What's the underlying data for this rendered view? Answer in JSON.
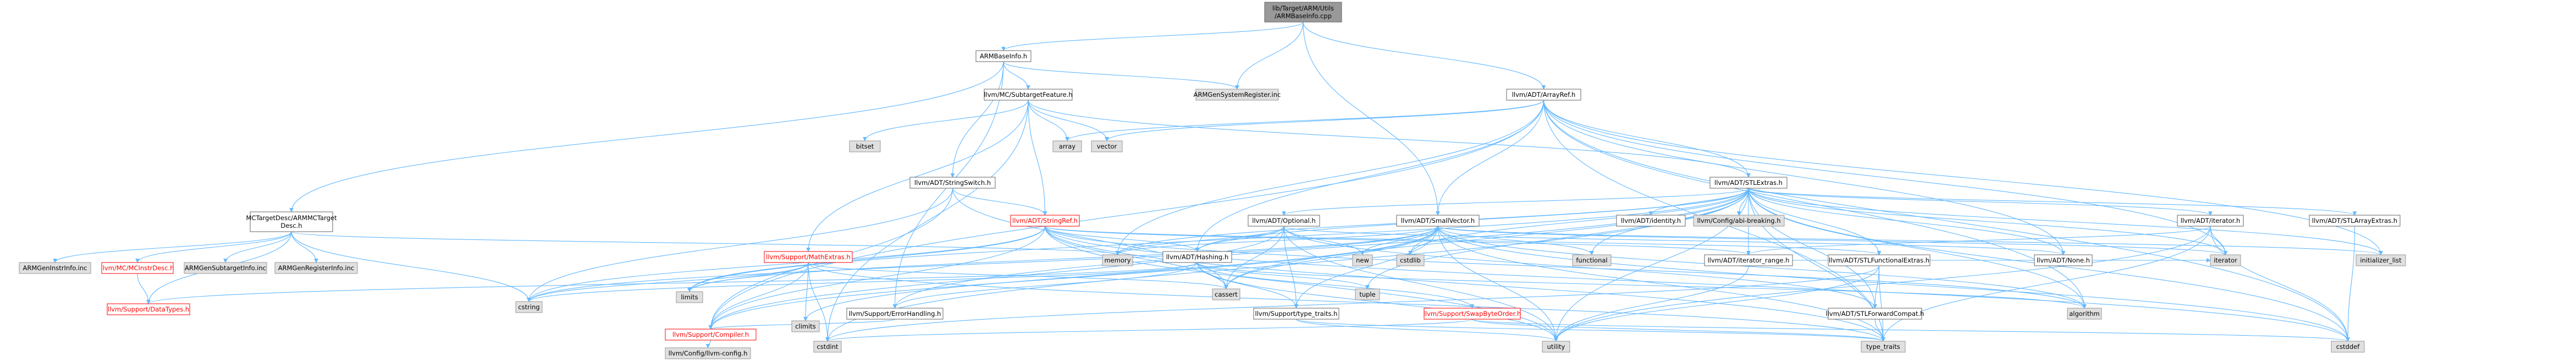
{
  "graph": {
    "nodes": [
      {
        "id": "root",
        "lines": [
          "lib/Target/ARM/Utils",
          "/ARMBaseInfo.cpp"
        ],
        "style": "root"
      },
      {
        "id": "armbaseinfo_h",
        "lines": [
          "ARMBaseInfo.h"
        ],
        "style": "def"
      },
      {
        "id": "armgensysreg",
        "lines": [
          "ARMGenSystemRegister.inc"
        ],
        "style": "grey"
      },
      {
        "id": "arrayref",
        "lines": [
          "llvm/ADT/ArrayRef.h"
        ],
        "style": "def"
      },
      {
        "id": "subtargetfeature",
        "lines": [
          "llvm/MC/SubtargetFeature.h"
        ],
        "style": "def"
      },
      {
        "id": "mctargetdesc",
        "lines": [
          "MCTargetDesc/ARMMCTarget",
          "Desc.h"
        ],
        "style": "def"
      },
      {
        "id": "bitset",
        "lines": [
          "bitset"
        ],
        "style": "grey"
      },
      {
        "id": "array",
        "lines": [
          "array"
        ],
        "style": "grey"
      },
      {
        "id": "vector",
        "lines": [
          "vector"
        ],
        "style": "grey"
      },
      {
        "id": "stringswitch",
        "lines": [
          "llvm/ADT/StringSwitch.h"
        ],
        "style": "def"
      },
      {
        "id": "stlextras",
        "lines": [
          "llvm/ADT/STLExtras.h"
        ],
        "style": "def"
      },
      {
        "id": "stringref",
        "lines": [
          "llvm/ADT/StringRef.h"
        ],
        "style": "red"
      },
      {
        "id": "optional",
        "lines": [
          "llvm/ADT/Optional.h"
        ],
        "style": "def"
      },
      {
        "id": "smallvector",
        "lines": [
          "llvm/ADT/SmallVector.h"
        ],
        "style": "def"
      },
      {
        "id": "identity",
        "lines": [
          "llvm/ADT/identity.h"
        ],
        "style": "def"
      },
      {
        "id": "abibreaking",
        "lines": [
          "llvm/Config/abi-breaking.h"
        ],
        "style": "grey"
      },
      {
        "id": "iterator_h",
        "lines": [
          "llvm/ADT/iterator.h"
        ],
        "style": "def"
      },
      {
        "id": "stlarrayextras",
        "lines": [
          "llvm/ADT/STLArrayExtras.h"
        ],
        "style": "def"
      },
      {
        "id": "armgeninstrinfo",
        "lines": [
          "ARMGenInstrInfo.inc"
        ],
        "style": "grey"
      },
      {
        "id": "mcinstrdesc",
        "lines": [
          "llvm/MC/MCInstrDesc.h"
        ],
        "style": "red"
      },
      {
        "id": "armgensubtarget",
        "lines": [
          "ARMGenSubtargetInfo.inc"
        ],
        "style": "grey"
      },
      {
        "id": "armgenregister",
        "lines": [
          "ARMGenRegisterInfo.inc"
        ],
        "style": "grey"
      },
      {
        "id": "mathextras",
        "lines": [
          "llvm/Support/MathExtras.h"
        ],
        "style": "red"
      },
      {
        "id": "hashing",
        "lines": [
          "llvm/ADT/Hashing.h"
        ],
        "style": "def"
      },
      {
        "id": "memory",
        "lines": [
          "memory"
        ],
        "style": "grey"
      },
      {
        "id": "new",
        "lines": [
          "new"
        ],
        "style": "grey"
      },
      {
        "id": "cstdlib",
        "lines": [
          "cstdlib"
        ],
        "style": "grey"
      },
      {
        "id": "functional",
        "lines": [
          "functional"
        ],
        "style": "grey"
      },
      {
        "id": "iterator_range",
        "lines": [
          "llvm/ADT/iterator_range.h"
        ],
        "style": "def"
      },
      {
        "id": "stlfunctionalextras",
        "lines": [
          "llvm/ADT/STLFunctionalExtras.h"
        ],
        "style": "def"
      },
      {
        "id": "none",
        "lines": [
          "llvm/ADT/None.h"
        ],
        "style": "def"
      },
      {
        "id": "iterator",
        "lines": [
          "iterator"
        ],
        "style": "grey"
      },
      {
        "id": "initializer_list",
        "lines": [
          "initializer_list"
        ],
        "style": "grey"
      },
      {
        "id": "datatypes",
        "lines": [
          "llvm/Support/DataTypes.h"
        ],
        "style": "red"
      },
      {
        "id": "cstring",
        "lines": [
          "cstring"
        ],
        "style": "grey"
      },
      {
        "id": "limits",
        "lines": [
          "limits"
        ],
        "style": "grey"
      },
      {
        "id": "errorhandling",
        "lines": [
          "llvm/Support/ErrorHandling.h"
        ],
        "style": "def"
      },
      {
        "id": "climits",
        "lines": [
          "climits"
        ],
        "style": "grey"
      },
      {
        "id": "cassert",
        "lines": [
          "cassert"
        ],
        "style": "grey"
      },
      {
        "id": "typetraits_support",
        "lines": [
          "llvm/Support/type_traits.h"
        ],
        "style": "def"
      },
      {
        "id": "tuple",
        "lines": [
          "tuple"
        ],
        "style": "grey"
      },
      {
        "id": "swapbyteorder",
        "lines": [
          "llvm/Support/SwapByteOrder.h"
        ],
        "style": "red"
      },
      {
        "id": "stlforwardcompat",
        "lines": [
          "llvm/ADT/STLForwardCompat.h"
        ],
        "style": "def"
      },
      {
        "id": "algorithm",
        "lines": [
          "algorithm"
        ],
        "style": "grey"
      },
      {
        "id": "compiler",
        "lines": [
          "llvm/Support/Compiler.h"
        ],
        "style": "red"
      },
      {
        "id": "cstdint",
        "lines": [
          "cstdint"
        ],
        "style": "grey"
      },
      {
        "id": "utility",
        "lines": [
          "utility"
        ],
        "style": "grey"
      },
      {
        "id": "type_traits",
        "lines": [
          "type_traits"
        ],
        "style": "grey"
      },
      {
        "id": "cstddef",
        "lines": [
          "cstddef"
        ],
        "style": "grey"
      },
      {
        "id": "llvmconfig",
        "lines": [
          "llvm/Config/llvm-config.h"
        ],
        "style": "grey"
      }
    ],
    "edges": [
      [
        "root",
        "armbaseinfo_h"
      ],
      [
        "root",
        "armgensysreg"
      ],
      [
        "root",
        "arrayref"
      ],
      [
        "root",
        "smallvector"
      ],
      [
        "armbaseinfo_h",
        "subtargetfeature"
      ],
      [
        "armbaseinfo_h",
        "mctargetdesc"
      ],
      [
        "armbaseinfo_h",
        "stringswitch"
      ],
      [
        "armbaseinfo_h",
        "errorhandling"
      ],
      [
        "armbaseinfo_h",
        "armgensysreg"
      ],
      [
        "subtargetfeature",
        "stringref"
      ],
      [
        "subtargetfeature",
        "mathextras"
      ],
      [
        "subtargetfeature",
        "bitset"
      ],
      [
        "subtargetfeature",
        "array"
      ],
      [
        "subtargetfeature",
        "vector"
      ],
      [
        "subtargetfeature",
        "stlextras"
      ],
      [
        "subtargetfeature",
        "cstdint"
      ],
      [
        "arrayref",
        "stlextras"
      ],
      [
        "arrayref",
        "smallvector"
      ],
      [
        "arrayref",
        "hashing"
      ],
      [
        "arrayref",
        "none"
      ],
      [
        "arrayref",
        "compiler"
      ],
      [
        "arrayref",
        "algorithm"
      ],
      [
        "arrayref",
        "array"
      ],
      [
        "arrayref",
        "vector"
      ],
      [
        "arrayref",
        "iterator"
      ],
      [
        "arrayref",
        "type_traits"
      ],
      [
        "arrayref",
        "memory"
      ],
      [
        "arrayref",
        "cstddef"
      ],
      [
        "arrayref",
        "initializer_list"
      ],
      [
        "stlextras",
        "stlarrayextras"
      ],
      [
        "stlextras",
        "iterator_h"
      ],
      [
        "stlextras",
        "abibreaking"
      ],
      [
        "stlextras",
        "identity"
      ],
      [
        "stlextras",
        "optional"
      ],
      [
        "stlextras",
        "stlforwardcompat"
      ],
      [
        "stlextras",
        "stlfunctionalextras"
      ],
      [
        "stlextras",
        "iterator_range"
      ],
      [
        "stlextras",
        "errorhandling"
      ],
      [
        "stlextras",
        "algorithm"
      ],
      [
        "stlextras",
        "cassert"
      ],
      [
        "stlextras",
        "cstddef"
      ],
      [
        "stlextras",
        "cstdint"
      ],
      [
        "stlextras",
        "cstdlib"
      ],
      [
        "stlextras",
        "functional"
      ],
      [
        "stlextras",
        "initializer_list"
      ],
      [
        "stlextras",
        "iterator"
      ],
      [
        "stlextras",
        "limits"
      ],
      [
        "stlextras",
        "memory"
      ],
      [
        "stlextras",
        "tuple"
      ],
      [
        "stlextras",
        "type_traits"
      ],
      [
        "stlextras",
        "utility"
      ],
      [
        "stlextras",
        "none"
      ],
      [
        "stlextras",
        "hashing"
      ],
      [
        "stringswitch",
        "stringref"
      ],
      [
        "stringswitch",
        "compiler"
      ],
      [
        "stringswitch",
        "cassert"
      ],
      [
        "stringswitch",
        "cstring"
      ],
      [
        "stringref",
        "stlfunctionalextras"
      ],
      [
        "stringref",
        "iterator_range"
      ],
      [
        "stringref",
        "compiler"
      ],
      [
        "stringref",
        "algorithm"
      ],
      [
        "stringref",
        "cassert"
      ],
      [
        "stringref",
        "cstddef"
      ],
      [
        "stringref",
        "cstring"
      ],
      [
        "stringref",
        "limits"
      ],
      [
        "stringref",
        "type_traits"
      ],
      [
        "stringref",
        "utility"
      ],
      [
        "stringref",
        "hashing"
      ],
      [
        "optional",
        "hashing"
      ],
      [
        "optional",
        "none"
      ],
      [
        "optional",
        "stlforwardcompat"
      ],
      [
        "optional",
        "compiler"
      ],
      [
        "optional",
        "typetraits_support"
      ],
      [
        "optional",
        "cassert"
      ],
      [
        "optional",
        "new"
      ],
      [
        "optional",
        "utility"
      ],
      [
        "optional",
        "memory"
      ],
      [
        "smallvector",
        "compiler"
      ],
      [
        "smallvector",
        "typetraits_support"
      ],
      [
        "smallvector",
        "algorithm"
      ],
      [
        "smallvector",
        "cassert"
      ],
      [
        "smallvector",
        "cstddef"
      ],
      [
        "smallvector",
        "cstdlib"
      ],
      [
        "smallvector",
        "cstring"
      ],
      [
        "smallvector",
        "functional"
      ],
      [
        "smallvector",
        "initializer_list"
      ],
      [
        "smallvector",
        "iterator"
      ],
      [
        "smallvector",
        "limits"
      ],
      [
        "smallvector",
        "memory"
      ],
      [
        "smallvector",
        "new"
      ],
      [
        "smallvector",
        "type_traits"
      ],
      [
        "smallvector",
        "utility"
      ],
      [
        "smallvector",
        "climits"
      ],
      [
        "iterator_h",
        "iterator_range"
      ],
      [
        "iterator_h",
        "cstddef"
      ],
      [
        "iterator_h",
        "iterator"
      ],
      [
        "iterator_h",
        "type_traits"
      ],
      [
        "iterator_h",
        "utility"
      ],
      [
        "stlarrayextras",
        "cstddef"
      ],
      [
        "mctargetdesc",
        "armgeninstrinfo"
      ],
      [
        "mctargetdesc",
        "mcinstrdesc"
      ],
      [
        "mctargetdesc",
        "armgensubtarget"
      ],
      [
        "mctargetdesc",
        "armgenregister"
      ],
      [
        "mctargetdesc",
        "datatypes"
      ],
      [
        "mctargetdesc",
        "memory"
      ],
      [
        "mctargetdesc",
        "cstring"
      ],
      [
        "mcinstrdesc",
        "datatypes"
      ],
      [
        "mathextras",
        "compiler"
      ],
      [
        "mathextras",
        "cassert"
      ],
      [
        "mathextras",
        "climits"
      ],
      [
        "mathextras",
        "cmath"
      ],
      [
        "mathextras",
        "cstdint"
      ],
      [
        "mathextras",
        "cstring"
      ],
      [
        "mathextras",
        "limits"
      ],
      [
        "mathextras",
        "type_traits"
      ],
      [
        "hashing",
        "errorhandling"
      ],
      [
        "hashing",
        "swapbyteorder"
      ],
      [
        "hashing",
        "typetraits_support"
      ],
      [
        "hashing",
        "algorithm"
      ],
      [
        "hashing",
        "cassert"
      ],
      [
        "hashing",
        "cstring"
      ],
      [
        "hashing",
        "string"
      ],
      [
        "hashing",
        "tuple"
      ],
      [
        "hashing",
        "utility"
      ],
      [
        "hashing",
        "datatypes"
      ],
      [
        "iterator_range",
        "iterator"
      ],
      [
        "iterator_range",
        "utility"
      ],
      [
        "stlfunctionalextras",
        "stlforwardcompat"
      ],
      [
        "stlfunctionalextras",
        "cstdint"
      ],
      [
        "stlfunctionalextras",
        "type_traits"
      ],
      [
        "stlfunctionalextras",
        "utility"
      ],
      [
        "stlforwardcompat",
        "type_traits"
      ],
      [
        "errorhandling",
        "compiler"
      ],
      [
        "typetraits_support",
        "type_traits"
      ],
      [
        "typetraits_support",
        "utility"
      ],
      [
        "swapbyteorder",
        "cstddef"
      ],
      [
        "swapbyteorder",
        "cstdint"
      ],
      [
        "swapbyteorder",
        "type_traits"
      ],
      [
        "compiler",
        "llvmconfig"
      ]
    ]
  }
}
